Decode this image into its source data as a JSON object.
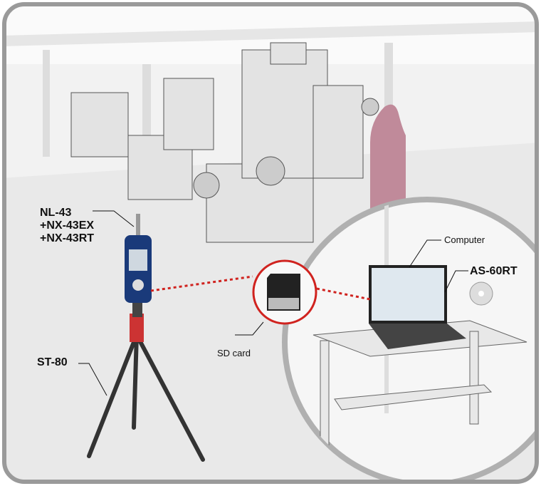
{
  "labels": {
    "meter": [
      "NL-43",
      "+NX-43EX",
      "+NX-43RT"
    ],
    "tripod": "ST-80",
    "sd_card": "SD card",
    "computer": "Computer",
    "software": "AS-60RT"
  },
  "colors": {
    "connector": "#d0231f",
    "frame": "#9a9a9a",
    "worker": "#c08a9a"
  }
}
